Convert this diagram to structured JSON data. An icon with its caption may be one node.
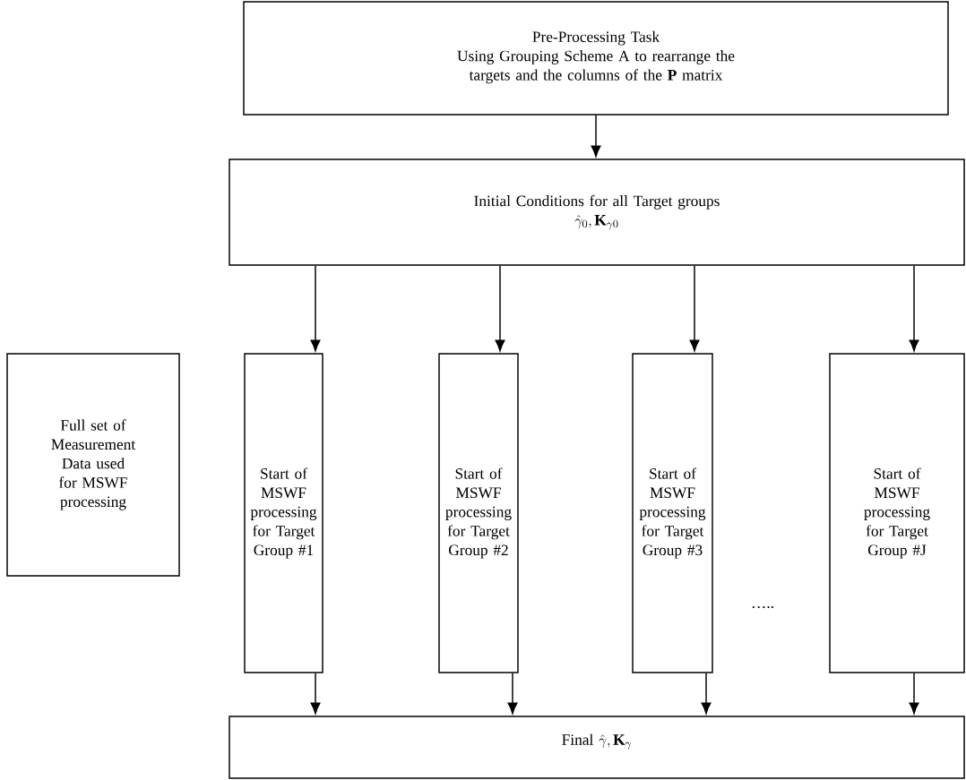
{
  "diagram": {
    "nodes": [
      {
        "text": [
          "Pre-Processing Task",
          "Using Grouping Scheme A to rearrange the targets and the columns of the **P** matrix"
        ]
      },
      {
        "text": [
          "Initial Conditions for all Target groups",
          "\\hat{\\gamma}_0, \\mathbf{K}_{\\gamma 0}"
        ]
      },
      {
        "text": [
          "Full set of Measurement Data used for MSWF processing"
        ]
      },
      {
        "text": [
          "Start of MSWF processing for Target Group #1"
        ]
      },
      {
        "text": [
          "Start of MSWF processing for Target Group #2"
        ]
      },
      {
        "text": [
          "Start of MSWF processing for Target Group #3"
        ]
      },
      {
        "text": [
          "Start of MSWF processing for Target Group #J"
        ]
      },
      {
        "text": [
          "Final",
          "\\hat{\\gamma}, \\mathbf{K}_{\\gamma}"
        ]
      }
    ],
    "edges": [
      {
        "from": 0,
        "to": 1,
        "arrow": "to"
      },
      {
        "from": 1,
        "to": 3,
        "arrow": "to"
      },
      {
        "from": 1,
        "to": 4,
        "arrow": "to"
      },
      {
        "from": 1,
        "to": 5,
        "arrow": "to"
      },
      {
        "from": 1,
        "to": 6,
        "arrow": "to"
      },
      {
        "from": 3,
        "to": 7,
        "arrow": "to"
      },
      {
        "from": 4,
        "to": 7,
        "arrow": "to"
      },
      {
        "from": 5,
        "to": 7,
        "arrow": "to"
      },
      {
        "from": 6,
        "to": 7,
        "arrow": "to"
      }
    ],
    "labels": [
      "….."
    ]
  }
}
